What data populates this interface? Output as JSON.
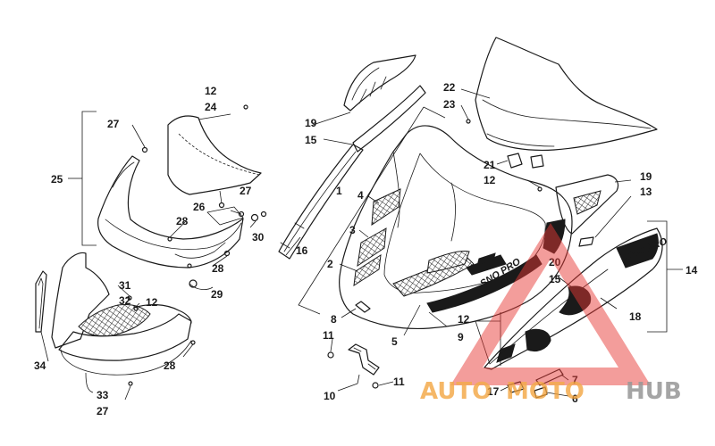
{
  "callouts": [
    {
      "id": "c12a",
      "text": "12"
    },
    {
      "id": "c24",
      "text": "24"
    },
    {
      "id": "c27a",
      "text": "27"
    },
    {
      "id": "c25",
      "text": "25"
    },
    {
      "id": "c27b",
      "text": "27"
    },
    {
      "id": "c26",
      "text": "26"
    },
    {
      "id": "c28a",
      "text": "28"
    },
    {
      "id": "c30",
      "text": "30"
    },
    {
      "id": "c28b",
      "text": "28"
    },
    {
      "id": "c29",
      "text": "29"
    },
    {
      "id": "c31",
      "text": "31"
    },
    {
      "id": "c32",
      "text": "32"
    },
    {
      "id": "c12b",
      "text": "12"
    },
    {
      "id": "c34",
      "text": "34"
    },
    {
      "id": "c28c",
      "text": "28"
    },
    {
      "id": "c33",
      "text": "33"
    },
    {
      "id": "c27c",
      "text": "27"
    },
    {
      "id": "c19a",
      "text": "19"
    },
    {
      "id": "c15a",
      "text": "15"
    },
    {
      "id": "c1",
      "text": "1"
    },
    {
      "id": "c4",
      "text": "4"
    },
    {
      "id": "c3",
      "text": "3"
    },
    {
      "id": "c16",
      "text": "16"
    },
    {
      "id": "c2",
      "text": "2"
    },
    {
      "id": "c8",
      "text": "8"
    },
    {
      "id": "c11a",
      "text": "11"
    },
    {
      "id": "c5",
      "text": "5"
    },
    {
      "id": "c10",
      "text": "10"
    },
    {
      "id": "c11b",
      "text": "11"
    },
    {
      "id": "c22",
      "text": "22"
    },
    {
      "id": "c23",
      "text": "23"
    },
    {
      "id": "c21",
      "text": "21"
    },
    {
      "id": "c12c",
      "text": "12"
    },
    {
      "id": "c19b",
      "text": "19"
    },
    {
      "id": "c13",
      "text": "13"
    },
    {
      "id": "c20",
      "text": "20"
    },
    {
      "id": "c15b",
      "text": "15"
    },
    {
      "id": "c14",
      "text": "14"
    },
    {
      "id": "c18",
      "text": "18"
    },
    {
      "id": "c12d",
      "text": "12"
    },
    {
      "id": "c9",
      "text": "9"
    },
    {
      "id": "c17",
      "text": "17"
    },
    {
      "id": "c7",
      "text": "7"
    },
    {
      "id": "c6",
      "text": "6"
    }
  ],
  "decal_text": {
    "hood": "SNO PRO",
    "side": "SNO PRO"
  },
  "watermark": {
    "part1": "AUTO",
    "part2": "MOTO",
    "part3": "HUB"
  },
  "colors": {
    "line": "#1a1a1a",
    "watermark_orange": "#f2a13a",
    "watermark_red": "#e53935",
    "watermark_grey": "#8a8a8a"
  }
}
